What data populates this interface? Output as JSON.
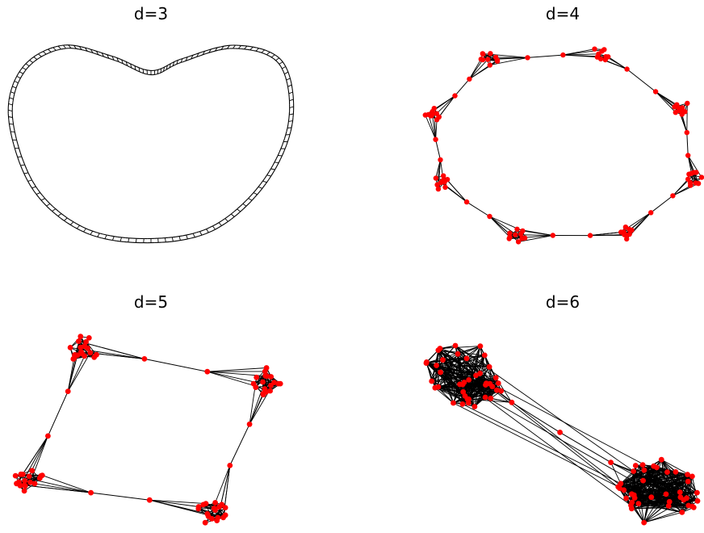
{
  "panels": [
    {
      "title": "d=3",
      "kind": "ladder-ring"
    },
    {
      "title": "d=4",
      "kind": "cluster-ring",
      "clusters": 8,
      "nodes_per_cluster": 10
    },
    {
      "title": "d=5",
      "kind": "cluster-ring",
      "clusters": 4,
      "nodes_per_cluster": 18
    },
    {
      "title": "d=6",
      "kind": "cluster-ring",
      "clusters": 2,
      "nodes_per_cluster": 40
    }
  ],
  "colors": {
    "node": "#ff0000",
    "edge": "#000000",
    "background": "#ffffff"
  }
}
